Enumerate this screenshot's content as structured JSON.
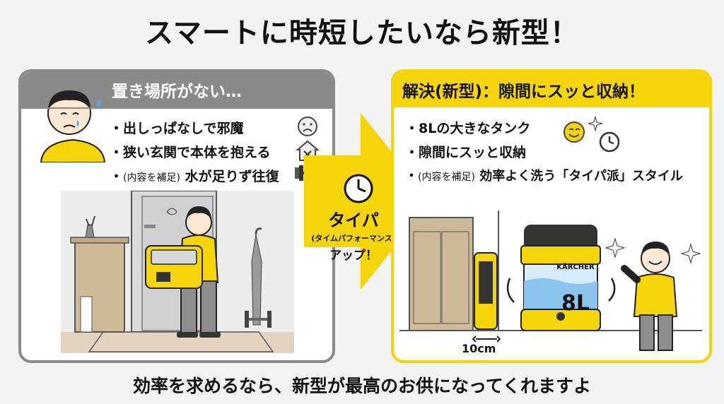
{
  "title": "スマートに時短したいなら新型！",
  "footer": "効率を求めるなら、新型が最高のお供になってくれますよ",
  "left": {
    "header": "置き場所がない…",
    "bullets": [
      {
        "main": "出しっぱなしで邪魔",
        "icon": "sad-face-icon"
      },
      {
        "main": "狭い玄関で本体を抱える",
        "icon": "house-x-icon"
      },
      {
        "note": "(内容を補足)",
        "main": "水が足りず往復",
        "icon": "dumbbell-icon"
      }
    ]
  },
  "arrow": {
    "line1": "タイパ",
    "line2": "(タイムパフォーマンス)",
    "line3": "アップ！"
  },
  "right": {
    "header": "解決(新型)：隙間にスッと収納！",
    "bullets": [
      {
        "main": "8Lの大きなタンク"
      },
      {
        "main": "隙間にスッと収納"
      },
      {
        "note": "(内容を補足)",
        "main": "効率よく洗う「タイパ派」スタイル"
      }
    ],
    "tank_label": "8L",
    "brand": "KÄRCHER",
    "gap_label": "10cm"
  },
  "colors": {
    "accent": "#f5d50a",
    "gray": "#8a8a8a"
  }
}
